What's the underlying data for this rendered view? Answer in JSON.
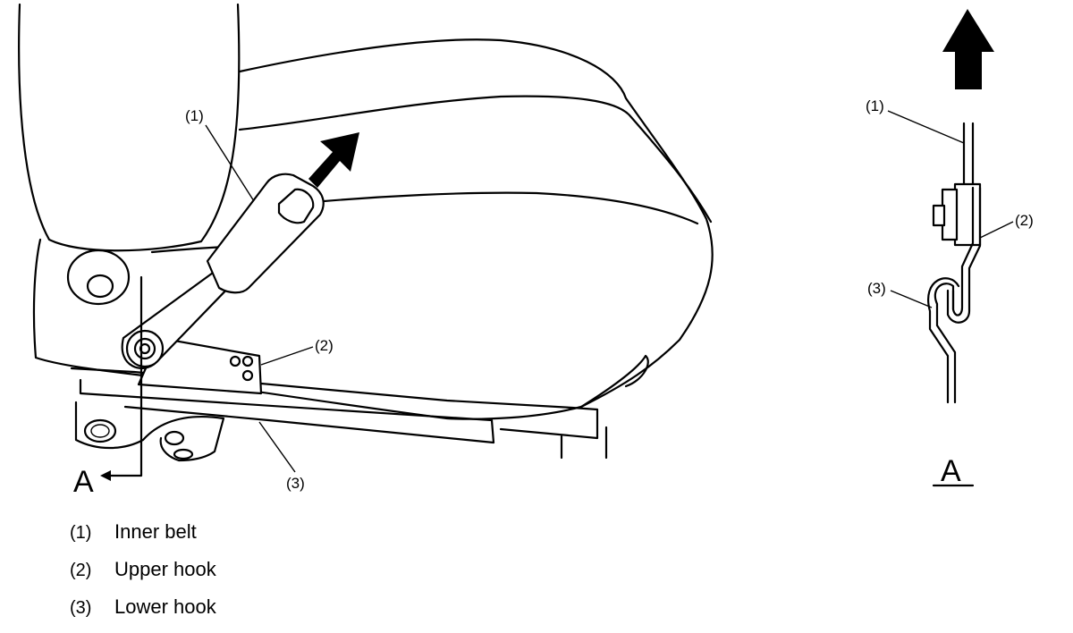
{
  "callouts": {
    "inner_belt": "(1)",
    "upper_hook": "(2)",
    "lower_hook": "(3)"
  },
  "view_marker": "A",
  "detail": {
    "title": "A",
    "label_1": "(1)",
    "label_2": "(2)",
    "label_3": "(3)"
  },
  "legend": [
    {
      "num": "(1)",
      "text": "Inner belt"
    },
    {
      "num": "(2)",
      "text": "Upper hook"
    },
    {
      "num": "(3)",
      "text": "Lower hook"
    }
  ]
}
